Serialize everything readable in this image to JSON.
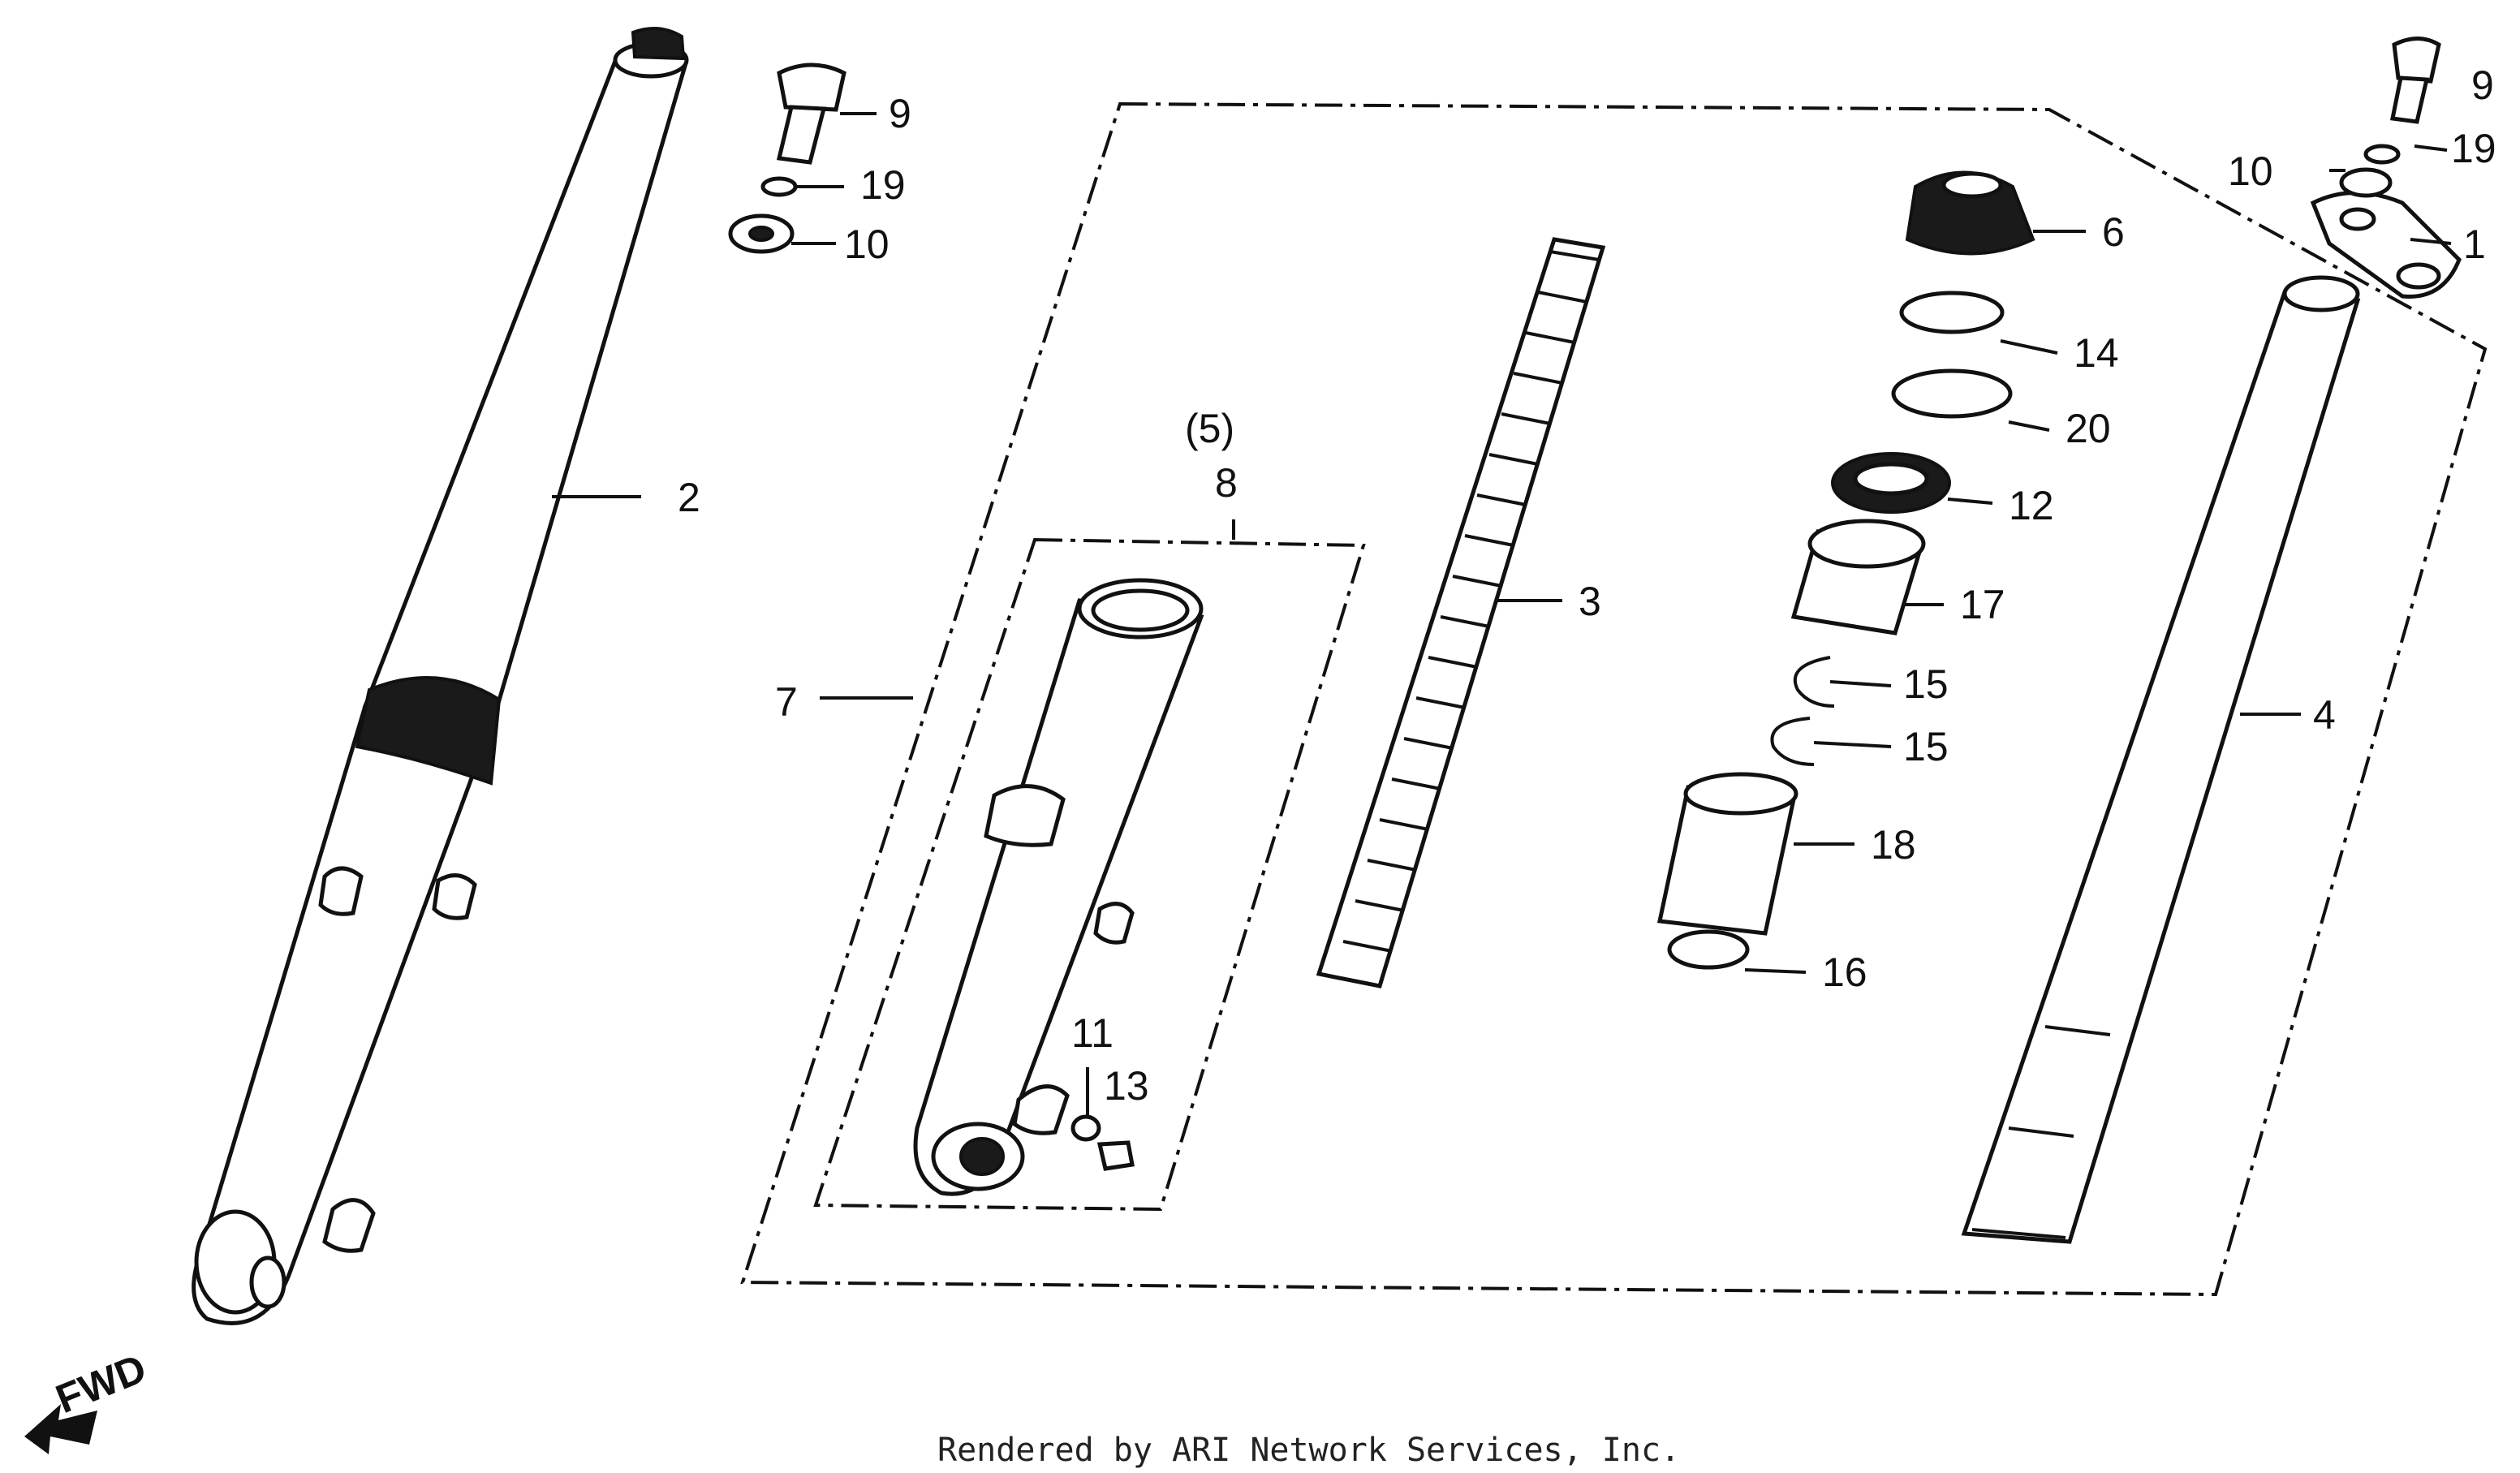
{
  "diagram": {
    "callouts": {
      "c1": "1",
      "c2": "2",
      "c3": "3",
      "c4": "4",
      "c5": "(5)",
      "c6": "6",
      "c7": "7",
      "c8": "8",
      "c9a": "9",
      "c9b": "9",
      "c10a": "10",
      "c10b": "10",
      "c11": "11",
      "c12": "12",
      "c13": "13",
      "c14": "14",
      "c15a": "15",
      "c15b": "15",
      "c16": "16",
      "c17": "17",
      "c18": "18",
      "c19a": "19",
      "c19b": "19",
      "c20": "20"
    },
    "direction": "FWD",
    "credit": "Rendered by ARI Network Services, Inc."
  }
}
